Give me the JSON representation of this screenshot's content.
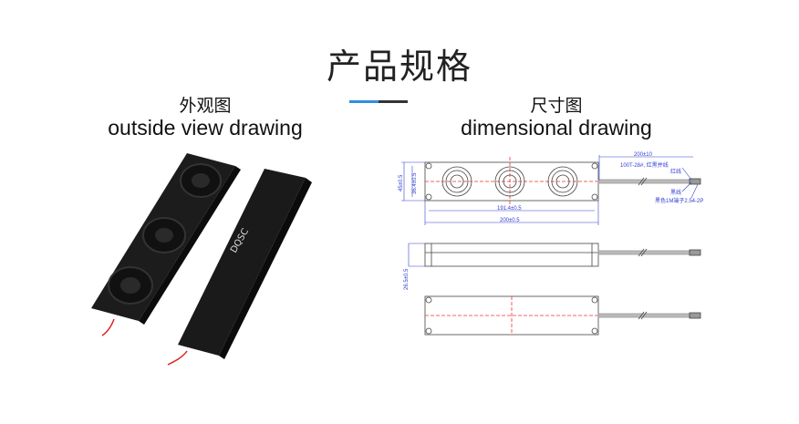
{
  "page": {
    "title": "产品规格",
    "accent_color": "#2e8ee0"
  },
  "left_section": {
    "title_cn": "外观图",
    "title_en": "outside view drawing",
    "product_label": "DQSC"
  },
  "right_section": {
    "title_cn": "尺寸图",
    "title_en": "dimensional drawing",
    "dimensions": {
      "cable_length": "200±10",
      "cable_spec": "100T-28#, 红黑并线",
      "red_wire": "红线",
      "black_wire": "黑线",
      "terminal": "黑色1M端子2.54-2P",
      "height_outer": "45±0.5",
      "height_inner": "36.4±0.5",
      "hole_spacing": "191.4±0.5",
      "length": "200±0.5",
      "depth": "26.5±0.5"
    }
  }
}
